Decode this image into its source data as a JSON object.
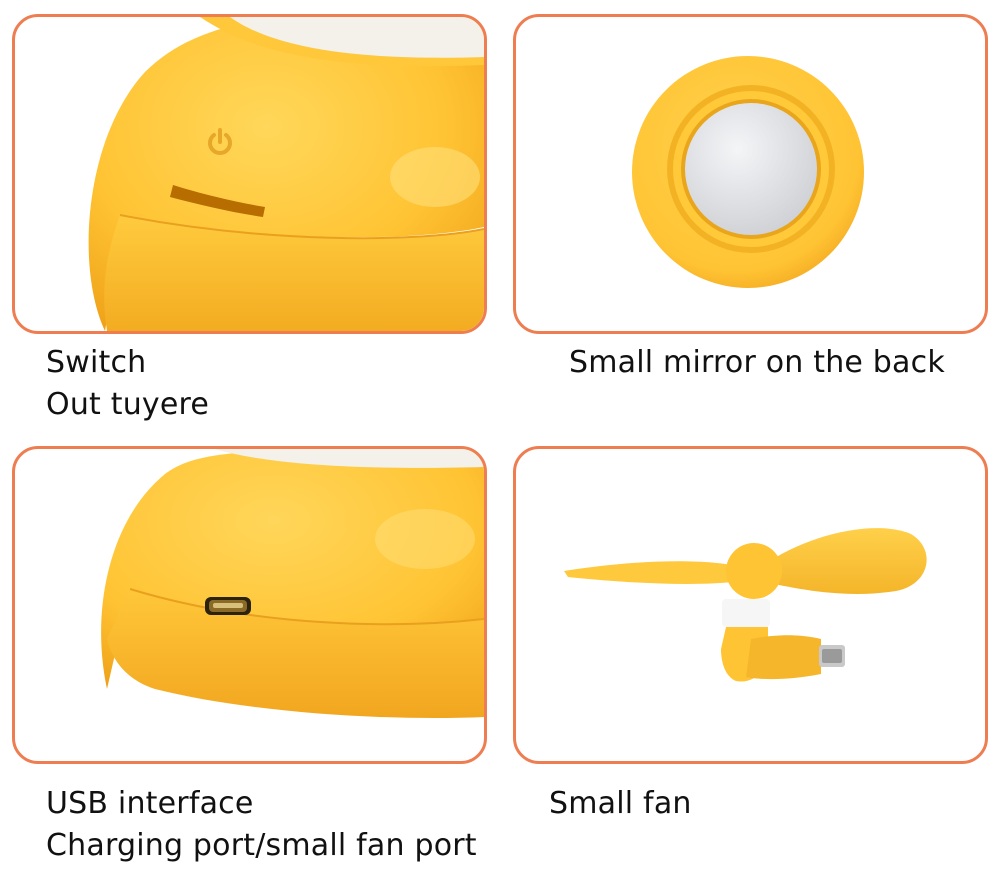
{
  "panels": [
    {
      "id": "switch-outlet",
      "caption_lines": [
        "Switch",
        "Out tuyere"
      ],
      "icon": "power-icon"
    },
    {
      "id": "back-mirror",
      "caption_lines": [
        "Small mirror on the back"
      ]
    },
    {
      "id": "usb-port",
      "caption_lines": [
        "USB interface",
        "Charging port/small fan port"
      ]
    },
    {
      "id": "small-fan",
      "caption_lines": [
        "Small fan"
      ]
    }
  ],
  "colors": {
    "frame": "#ee7d52",
    "product_yellow": "#ffc93a",
    "product_shadow": "#f2a81e",
    "mirror": "#dfe0e4"
  }
}
